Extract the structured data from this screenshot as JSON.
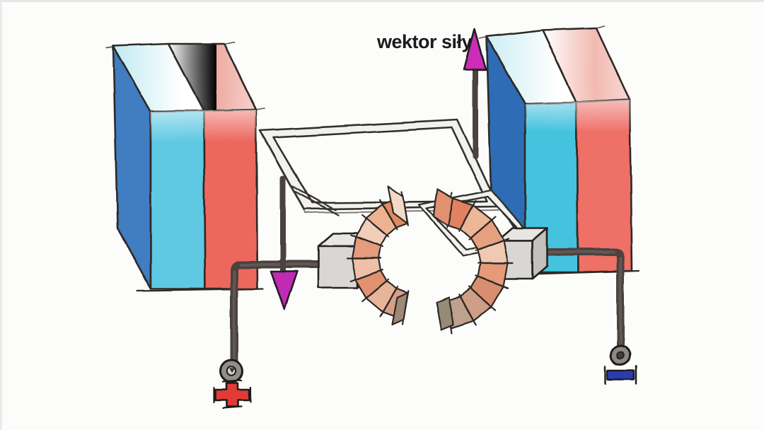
{
  "labels": {
    "force_vector": "wektor siły"
  },
  "arrows": {
    "up": {
      "name": "force-vector-up-arrow",
      "color": "#cb2fb6"
    },
    "down": {
      "name": "force-vector-down-arrow",
      "color": "#c02bb4"
    }
  },
  "magnets": {
    "left": {
      "side_color": "#3f7dc1",
      "front_left_color": "#5ec8e2",
      "front_right_color": "#ec675e"
    },
    "right": {
      "side_color": "#2f6cb5",
      "front_left_color": "#45c2de",
      "front_right_color": "#ee6f66"
    }
  },
  "commutator": {
    "left_fills": [
      "#e08a5f",
      "#ecb392",
      "#f2cdb8",
      "#e59b7c",
      "#eec0a8",
      "#e1906f",
      "#e8b49a",
      "#d99f86"
    ],
    "right_fills": [
      "#e2815f",
      "#edb697",
      "#e6a07f",
      "#f0c9b3",
      "#e69a79",
      "#da8e70",
      "#cf9e87",
      "#bfa18f"
    ],
    "outline": "#2f2a26"
  },
  "wire_color": "#4b4340",
  "frame_fill": "#f1f1ee",
  "brush_fill": "#d9d7d4",
  "terminals": {
    "positive": {
      "symbol": "+",
      "color": "#e23a34"
    },
    "negative": {
      "symbol": "−",
      "color": "#2b3cb0"
    }
  },
  "paper_color": "#fcfcfa",
  "ink_color": "#2f2a26"
}
